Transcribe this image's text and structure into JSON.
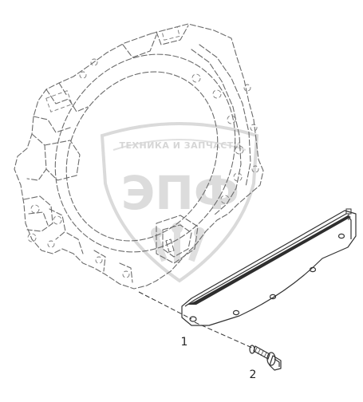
{
  "callouts": [
    {
      "number": "1"
    },
    {
      "number": "2"
    }
  ],
  "watermark": {
    "text": "ТЕХНИКА И ЗАПЧАСТИ",
    "logo": "ЭПФ",
    "color": "#d6d6d6"
  }
}
